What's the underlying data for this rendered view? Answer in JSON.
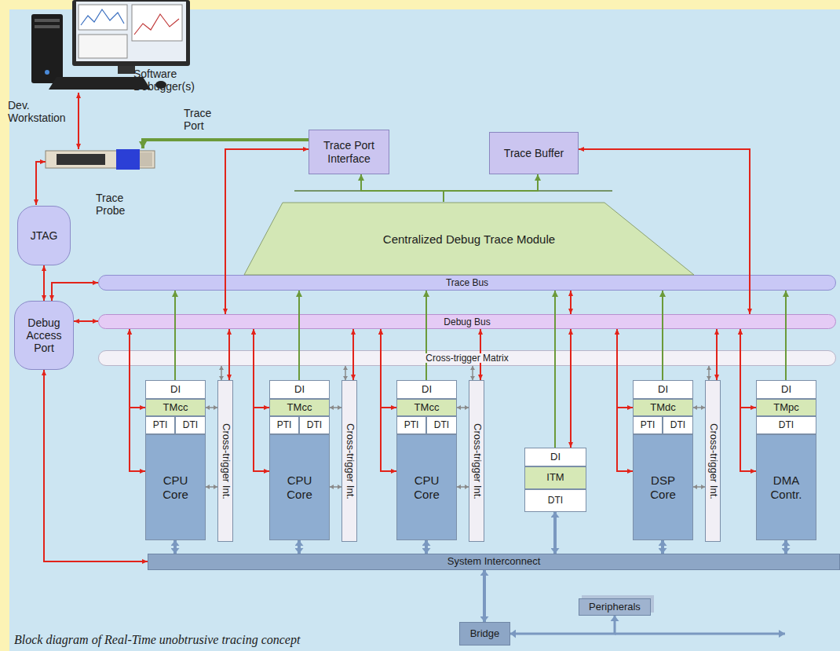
{
  "diagram": {
    "caption": "Block diagram of Real-Time unobtrusive tracing concept",
    "nodes": [
      {
        "text": [
          "Trace Port Interface"
        ]
      },
      {
        "text": [
          "Trace Buffer"
        ]
      },
      {
        "text": [
          "JTAG"
        ]
      },
      {
        "text": [
          "Centralized Debug Trace Module"
        ]
      },
      {
        "text": [
          "Trace Bus"
        ]
      },
      {
        "text": [
          "Debug Access Port"
        ]
      },
      {
        "text": [
          "Debug Bus"
        ]
      },
      {
        "text": [
          "Cross-trigger Matrix"
        ]
      },
      {
        "text": [
          "DI"
        ]
      },
      {
        "text": [
          "TMcc"
        ]
      },
      {
        "text": [
          "PTI"
        ]
      },
      {
        "text": [
          "DTI"
        ]
      },
      {
        "text": [
          "CPU Core"
        ]
      },
      {
        "text": [
          "Cross-trigger Int."
        ]
      },
      {
        "text": [
          "DI"
        ]
      },
      {
        "text": [
          "TMcc"
        ]
      },
      {
        "text": [
          "PTI"
        ]
      },
      {
        "text": [
          "DTI"
        ]
      },
      {
        "text": [
          "CPU Core"
        ]
      },
      {
        "text": [
          "Cross-trigger Int."
        ]
      },
      {
        "text": [
          "DI"
        ]
      },
      {
        "text": [
          "TMcc"
        ]
      },
      {
        "text": [
          "PTI"
        ]
      },
      {
        "text": [
          "DTI"
        ]
      },
      {
        "text": [
          "CPU Core"
        ]
      },
      {
        "text": [
          "Cross-trigger Int."
        ]
      },
      {
        "text": [
          "DI"
        ]
      },
      {
        "text": [
          "ITM"
        ]
      },
      {
        "text": [
          "DTI"
        ]
      },
      {
        "text": [
          "DI"
        ]
      },
      {
        "text": [
          "TMdc"
        ]
      },
      {
        "text": [
          "PTI"
        ]
      },
      {
        "text": [
          "DTI"
        ]
      },
      {
        "text": [
          "DSP Core"
        ]
      },
      {
        "text": [
          "Cross-trigger Int."
        ]
      },
      {
        "text": [
          "DI"
        ]
      },
      {
        "text": [
          "TMpc"
        ]
      },
      {
        "text": [
          "DTI"
        ]
      },
      {
        "text": [
          "DMA Contr."
        ]
      },
      {
        "text": [
          "System Interconnect"
        ]
      },
      {
        "text": [
          "Peripherals"
        ]
      },
      {
        "text": [
          "Bridge"
        ]
      }
    ],
    "edges": [
      {
        "from": 2,
        "to": 5,
        "arrow": "both"
      },
      {
        "from": 5,
        "to": 4,
        "arrow": "both"
      },
      {
        "from": 5,
        "to": 6,
        "arrow": "both"
      },
      {
        "from": 5,
        "to": 39,
        "arrow": "both"
      },
      {
        "from": 0,
        "to": 6,
        "arrow": "both"
      },
      {
        "from": 1,
        "to": 6,
        "arrow": "both"
      },
      {
        "from": 3,
        "to": 0,
        "arrow": "to"
      },
      {
        "from": 3,
        "to": 1,
        "arrow": "to"
      },
      {
        "from": 8,
        "to": 4,
        "arrow": "to"
      },
      {
        "from": 6,
        "to": 9,
        "arrow": "both"
      },
      {
        "from": 6,
        "to": 12,
        "arrow": "both"
      },
      {
        "from": 6,
        "to": 13,
        "arrow": "both"
      },
      {
        "from": 7,
        "to": 13,
        "arrow": "both"
      },
      {
        "from": 9,
        "to": 13,
        "arrow": "both"
      },
      {
        "from": 12,
        "to": 13,
        "arrow": "both"
      },
      {
        "from": 12,
        "to": 39,
        "arrow": "both"
      },
      {
        "from": 14,
        "to": 4,
        "arrow": "to"
      },
      {
        "from": 6,
        "to": 15,
        "arrow": "both"
      },
      {
        "from": 6,
        "to": 18,
        "arrow": "both"
      },
      {
        "from": 6,
        "to": 19,
        "arrow": "both"
      },
      {
        "from": 7,
        "to": 19,
        "arrow": "both"
      },
      {
        "from": 15,
        "to": 19,
        "arrow": "both"
      },
      {
        "from": 18,
        "to": 19,
        "arrow": "both"
      },
      {
        "from": 18,
        "to": 39,
        "arrow": "both"
      },
      {
        "from": 20,
        "to": 4,
        "arrow": "to"
      },
      {
        "from": 6,
        "to": 21,
        "arrow": "both"
      },
      {
        "from": 6,
        "to": 24,
        "arrow": "both"
      },
      {
        "from": 6,
        "to": 25,
        "arrow": "both"
      },
      {
        "from": 7,
        "to": 25,
        "arrow": "both"
      },
      {
        "from": 21,
        "to": 25,
        "arrow": "both"
      },
      {
        "from": 24,
        "to": 25,
        "arrow": "both"
      },
      {
        "from": 24,
        "to": 39,
        "arrow": "both"
      },
      {
        "from": 26,
        "to": 4,
        "arrow": "to"
      },
      {
        "from": 6,
        "to": 26,
        "arrow": "both"
      },
      {
        "from": 4,
        "to": 6,
        "arrow": "both"
      },
      {
        "from": 28,
        "to": 39,
        "arrow": "both"
      },
      {
        "from": 29,
        "to": 4,
        "arrow": "to"
      },
      {
        "from": 6,
        "to": 30,
        "arrow": "both"
      },
      {
        "from": 6,
        "to": 33,
        "arrow": "both"
      },
      {
        "from": 6,
        "to": 34,
        "arrow": "both"
      },
      {
        "from": 7,
        "to": 34,
        "arrow": "both"
      },
      {
        "from": 30,
        "to": 34,
        "arrow": "both"
      },
      {
        "from": 33,
        "to": 34,
        "arrow": "both"
      },
      {
        "from": 33,
        "to": 39,
        "arrow": "both"
      },
      {
        "from": 35,
        "to": 4,
        "arrow": "to"
      },
      {
        "from": 6,
        "to": 36,
        "arrow": "both"
      },
      {
        "from": 6,
        "to": 38,
        "arrow": "both"
      },
      {
        "from": 38,
        "to": 39,
        "arrow": "both"
      },
      {
        "from": 39,
        "to": 41,
        "arrow": "both"
      },
      {
        "from": 41,
        "to": 40,
        "arrow": "both"
      }
    ],
    "labels": [
      "Software Debugger(s)",
      "Dev. Workstation",
      "Trace Port",
      "Trace Probe"
    ]
  }
}
